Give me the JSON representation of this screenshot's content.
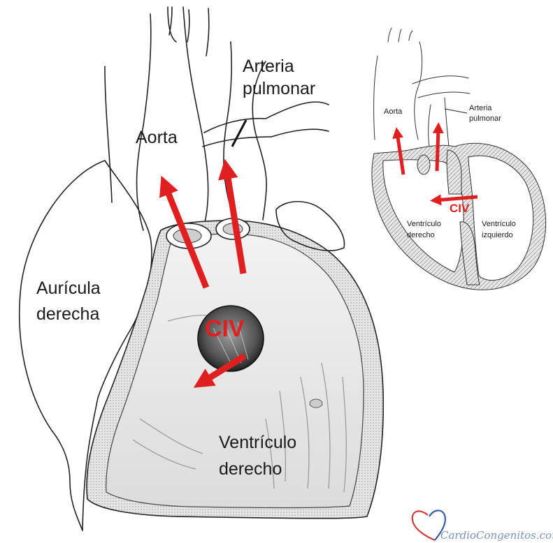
{
  "main_diagram": {
    "labels": {
      "arteria_line1": "Arteria",
      "arteria_line2": "pulmonar",
      "aorta": "Aorta",
      "auricula_line1": "Aurícula",
      "auricula_line2": "derecha",
      "civ": "CIV",
      "ventriculo_line1": "Ventrículo",
      "ventriculo_line2": "derecho"
    }
  },
  "inset_diagram": {
    "labels": {
      "aorta": "Aorta",
      "arteria_line1": "Arteria",
      "arteria_line2": "pulmonar",
      "civ": "CIV",
      "vd_line1": "Ventrículo",
      "vd_line2": "derecho",
      "vi_line1": "Ventrículo",
      "vi_line2": "izquierdo"
    }
  },
  "watermark": {
    "text": "CardioCongenitos.com.ar"
  },
  "colors": {
    "arrow": "#e02020",
    "ink": "#222222",
    "septum_fill": "#d9d9d9",
    "watermark": "#7a93b8",
    "heart_logo_blue": "#3a5fa0",
    "heart_logo_red": "#d33a3a"
  }
}
